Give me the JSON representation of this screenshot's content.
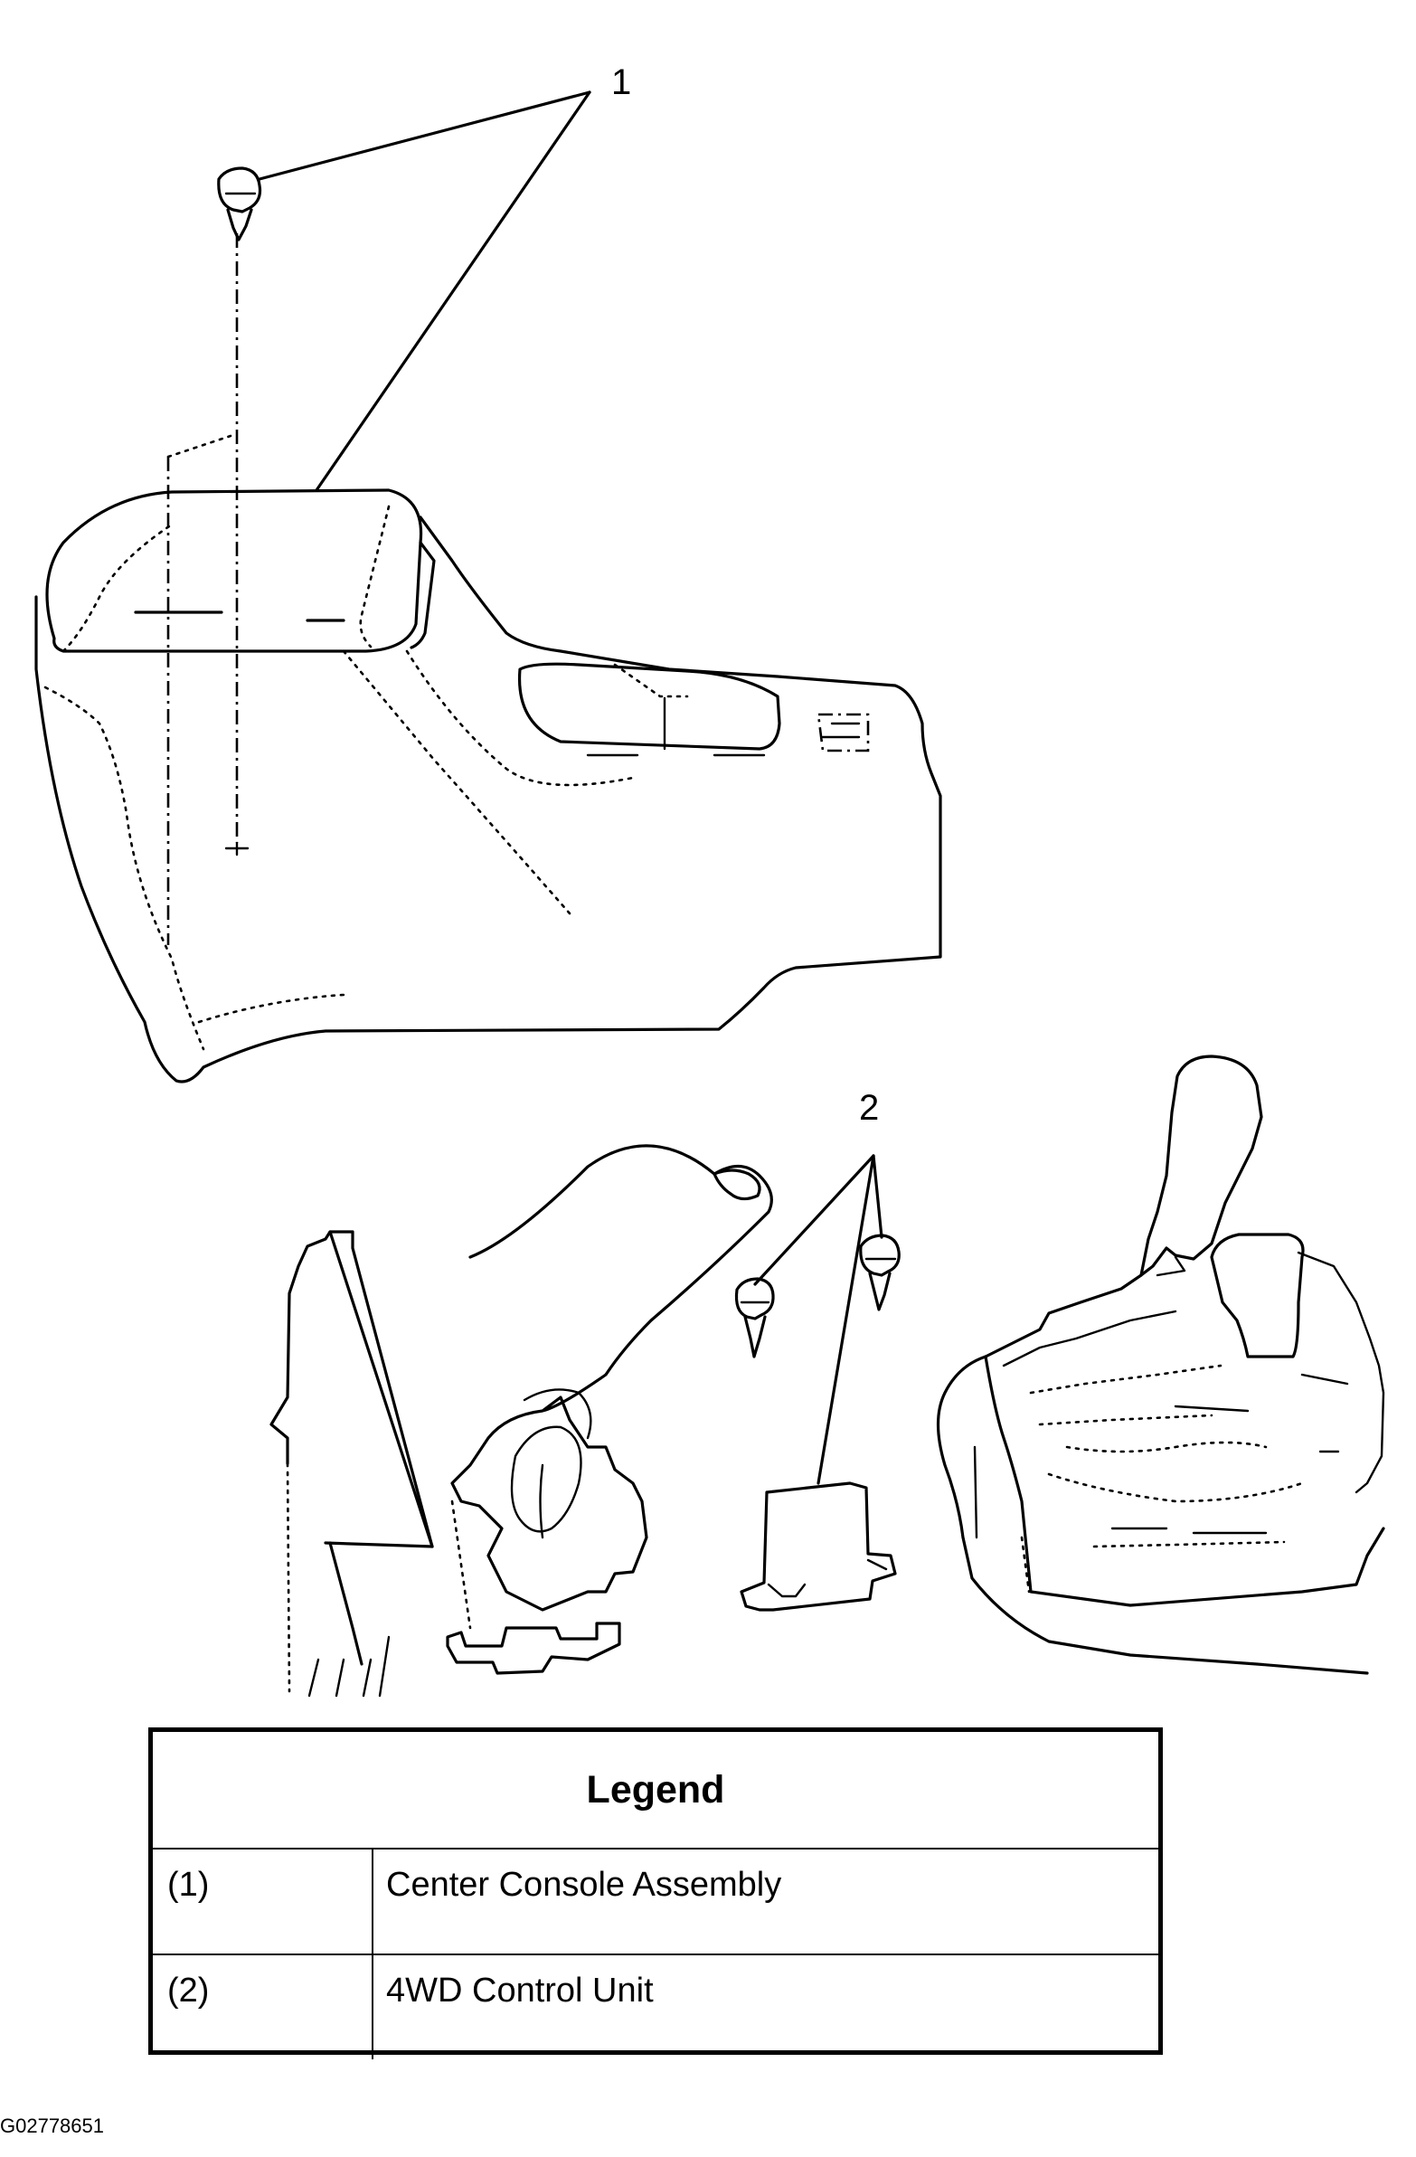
{
  "callouts": {
    "c1": "1",
    "c2": "2"
  },
  "legend": {
    "title": "Legend",
    "rows": [
      {
        "code": "(1)",
        "label": "Center Console Assembly"
      },
      {
        "code": "(2)",
        "label": "4WD Control Unit"
      }
    ]
  },
  "figure_id": "G02778651"
}
